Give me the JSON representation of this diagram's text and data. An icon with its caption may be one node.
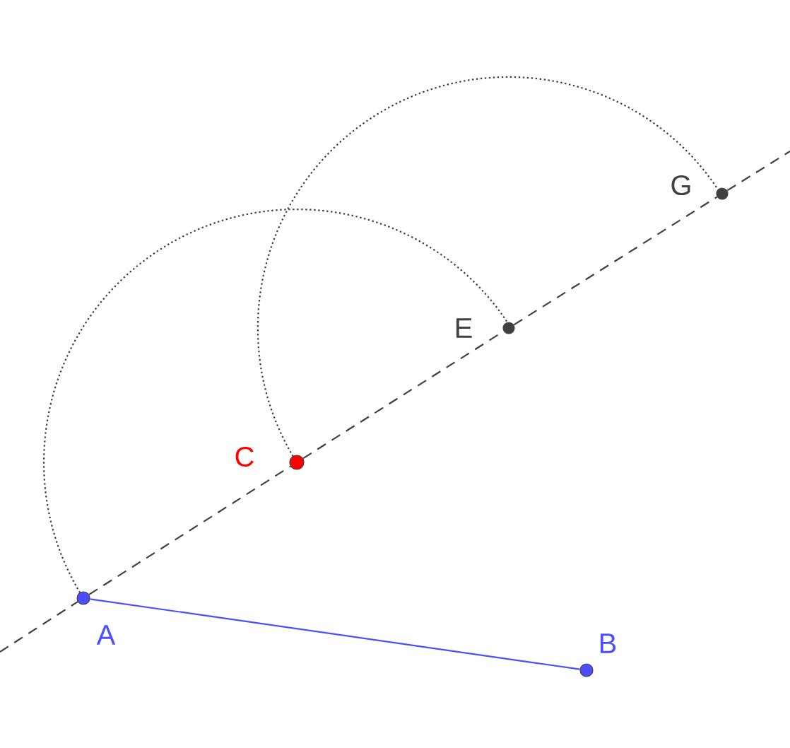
{
  "diagram": {
    "nodes": [
      {
        "text": [],
        "shape": "circle",
        "beside": [
          "A"
        ]
      },
      {
        "text": [],
        "shape": "circle",
        "beside": [
          "B"
        ]
      },
      {
        "text": [],
        "shape": "circle",
        "beside": [
          "C"
        ]
      },
      {
        "text": [],
        "shape": "circle",
        "beside": [
          "E"
        ]
      },
      {
        "text": [],
        "shape": "circle",
        "beside": [
          "G"
        ]
      }
    ],
    "edges": [
      {
        "from": 0,
        "to": 1,
        "arrow": "none",
        "color": "#4d4dff"
      },
      {
        "from": null,
        "to": 0,
        "arrow": "none",
        "style": "dashed"
      },
      {
        "from": 0,
        "to": 2,
        "arrow": "none",
        "style": "dashed"
      },
      {
        "from": 2,
        "to": 3,
        "arrow": "none",
        "style": "dashed"
      },
      {
        "from": 3,
        "to": 4,
        "arrow": "none",
        "style": "dashed"
      },
      {
        "from": 4,
        "to": null,
        "arrow": "none",
        "style": "dashed"
      },
      {
        "from": 0,
        "to": 3,
        "arrow": "none",
        "style": "dashed"
      },
      {
        "from": 2,
        "to": 4,
        "arrow": "none",
        "style": "dashed"
      }
    ]
  }
}
